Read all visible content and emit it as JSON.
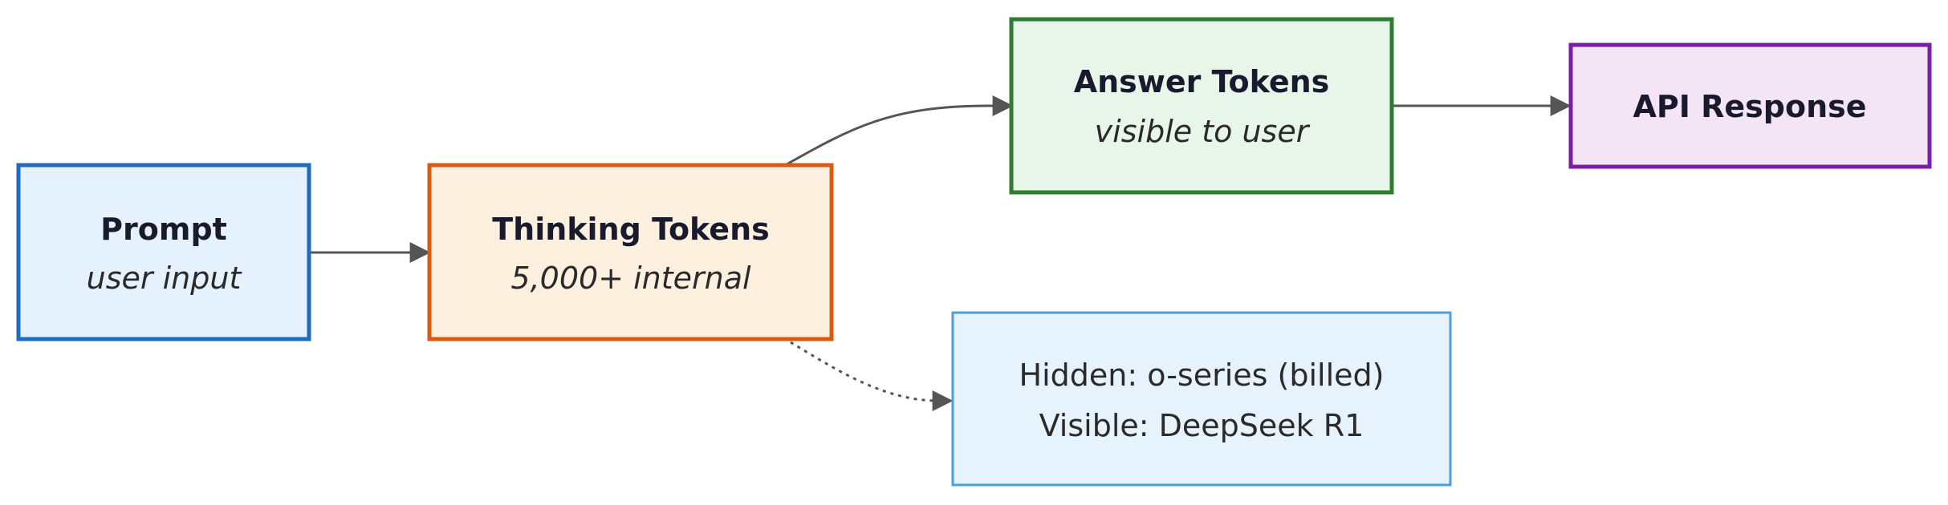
{
  "nodes": {
    "prompt": {
      "title": "Prompt",
      "subtitle": "user input"
    },
    "thinking": {
      "title": "Thinking Tokens",
      "subtitle": "5,000+ internal"
    },
    "answer": {
      "title": "Answer Tokens",
      "subtitle": "visible to user"
    },
    "api": {
      "title": "API Response"
    },
    "note": {
      "line1": "Hidden: o-series (billed)",
      "line2": "Visible: DeepSeek R1"
    }
  },
  "edges": [
    {
      "from": "Prompt",
      "to": "Thinking Tokens",
      "style": "solid"
    },
    {
      "from": "Thinking Tokens",
      "to": "Answer Tokens",
      "style": "solid"
    },
    {
      "from": "Answer Tokens",
      "to": "API Response",
      "style": "solid"
    },
    {
      "from": "Thinking Tokens",
      "to": "Hidden: o-series (billed)",
      "style": "dashed"
    }
  ],
  "colors": {
    "prompt_border": "#1f6bbf",
    "prompt_fill": "#e5f1fc",
    "thinking_border": "#db5a12",
    "thinking_fill": "#fdf0df",
    "answer_border": "#2e7d32",
    "answer_fill": "#e8f5e9",
    "api_border": "#7b1fa2",
    "api_fill": "#f3e5f5",
    "note_border": "#4a9fe0",
    "note_fill": "#e6f2fc",
    "edge": "#555555"
  }
}
